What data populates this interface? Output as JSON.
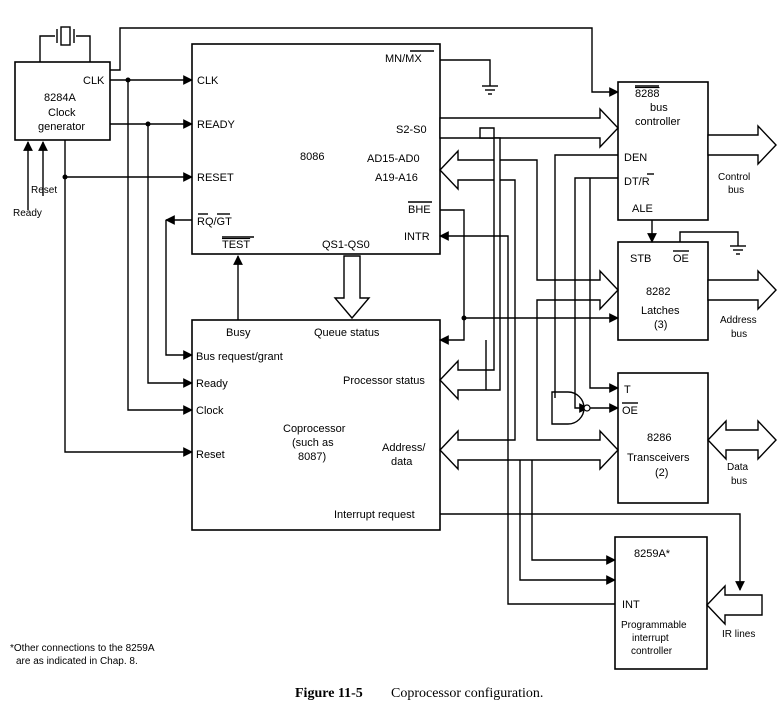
{
  "clock_gen": {
    "chip": "8284A",
    "name_line1": "Clock",
    "name_line2": "generator",
    "clk_pin": "CLK",
    "reset_input": "Reset",
    "ready_input": "Ready"
  },
  "cpu": {
    "chip": "8086",
    "clk": "CLK",
    "ready": "READY",
    "reset": "RESET",
    "rqgt": "RQ/GT",
    "test": "TEST",
    "qs": "QS1-QS0",
    "mnmx": "MN/MX",
    "s2s0": "S2-S0",
    "ad": "AD15-AD0",
    "a19": "A19-A16",
    "bhe": "BHE",
    "intr": "INTR"
  },
  "coprocessor": {
    "busy": "Busy",
    "queue_status": "Queue status",
    "bus_req": "Bus request/grant",
    "ready": "Ready",
    "clock": "Clock",
    "reset": "Reset",
    "proc_status": "Processor status",
    "addr_line1": "Address/",
    "addr_line2": "data",
    "int_req": "Interrupt request",
    "name_line1": "Coprocessor",
    "name_line2": "(such as",
    "name_line3": "8087)"
  },
  "bus_controller": {
    "chip": "8288",
    "line1": "bus",
    "line2": "controller",
    "den": "DEN",
    "dtr": "DT/R",
    "ale": "ALE",
    "out_line1": "Control",
    "out_line2": "bus"
  },
  "latches": {
    "chip": "8282",
    "stb": "STB",
    "oe": "OE",
    "line1": "Latches",
    "line2": "(3)",
    "out_line1": "Address",
    "out_line2": "bus"
  },
  "transceivers": {
    "chip": "8286",
    "t": "T",
    "oe": "OE",
    "line1": "Transceivers",
    "line2": "(2)",
    "out_line1": "Data",
    "out_line2": "bus"
  },
  "pic": {
    "chip": "8259A*",
    "int": "INT",
    "line1": "Programmable",
    "line2": "interrupt",
    "line3": "controller",
    "ir_lines": "IR lines"
  },
  "footnote": {
    "line1": "*Other connections to the 8259A",
    "line2": "are as indicated in Chap. 8."
  },
  "caption": {
    "label": "Figure 11-5",
    "text": "Coprocessor configuration."
  }
}
